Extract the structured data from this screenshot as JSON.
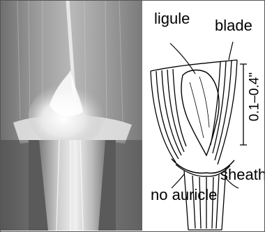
{
  "labels": {
    "ligule": "ligule",
    "blade": "blade",
    "measurement": "0.1–0.4\"",
    "sheath": "sheath",
    "no_auricle": "no auricle"
  },
  "colors": {
    "photo_background": "#8c8c8c",
    "photo_highlight": "#f2f2f2",
    "ink": "#000000"
  }
}
